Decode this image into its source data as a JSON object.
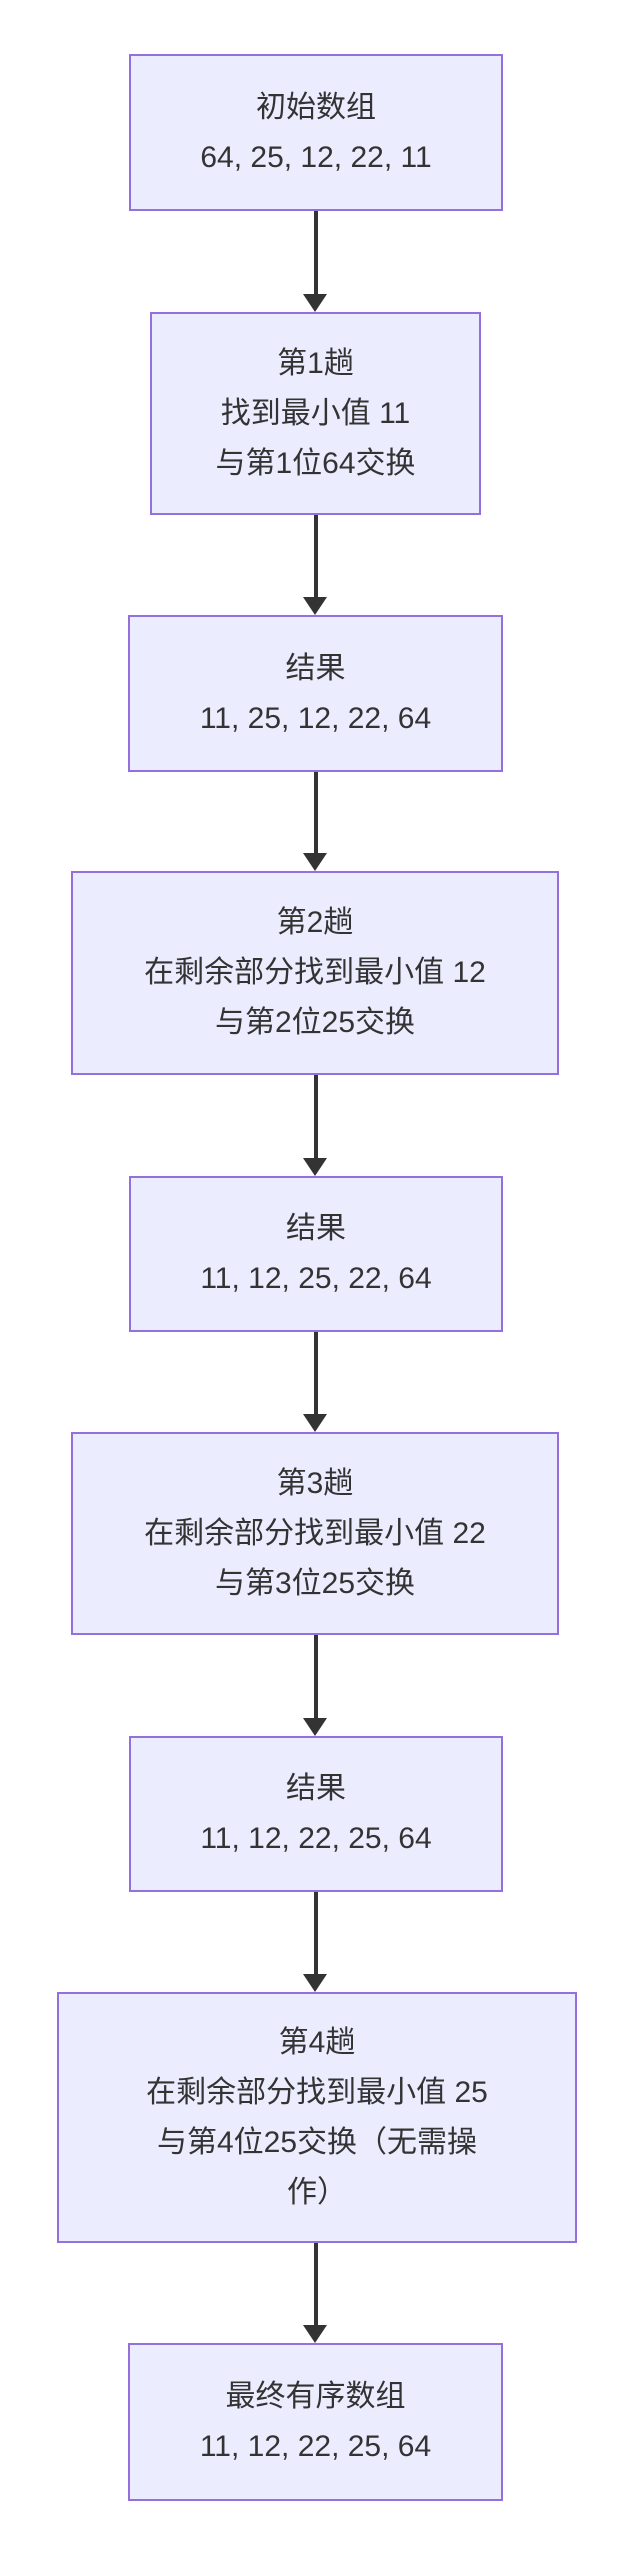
{
  "diagram": {
    "type": "flowchart",
    "direction": "top-to-bottom",
    "subject": "selection-sort-passes",
    "colors": {
      "background": "#ffffff",
      "node_fill": "#ececff",
      "node_border": "#9370db",
      "text": "#333333",
      "arrow": "#333333"
    },
    "nodes": [
      {
        "id": "initial-array",
        "lines": [
          "初始数组",
          "64, 25, 12, 22, 11"
        ]
      },
      {
        "id": "pass-1",
        "lines": [
          "第1趟",
          "找到最小值 11",
          "与第1位64交换"
        ]
      },
      {
        "id": "result-1",
        "lines": [
          "结果",
          "11, 25, 12, 22, 64"
        ]
      },
      {
        "id": "pass-2",
        "lines": [
          "第2趟",
          "在剩余部分找到最小值 12",
          "与第2位25交换"
        ]
      },
      {
        "id": "result-2",
        "lines": [
          "结果",
          "11, 12, 25, 22, 64"
        ]
      },
      {
        "id": "pass-3",
        "lines": [
          "第3趟",
          "在剩余部分找到最小值 22",
          "与第3位25交换"
        ]
      },
      {
        "id": "result-3",
        "lines": [
          "结果",
          "11, 12, 22, 25, 64"
        ]
      },
      {
        "id": "pass-4",
        "lines": [
          "第4趟",
          "在剩余部分找到最小值 25",
          "与第4位25交换（无需操",
          "作）"
        ]
      },
      {
        "id": "final-sorted-array",
        "lines": [
          "最终有序数组",
          "11, 12, 22, 25, 64"
        ]
      }
    ],
    "edges": [
      {
        "from": "initial-array",
        "to": "pass-1"
      },
      {
        "from": "pass-1",
        "to": "result-1"
      },
      {
        "from": "result-1",
        "to": "pass-2"
      },
      {
        "from": "pass-2",
        "to": "result-2"
      },
      {
        "from": "result-2",
        "to": "pass-3"
      },
      {
        "from": "pass-3",
        "to": "result-3"
      },
      {
        "from": "result-3",
        "to": "pass-4"
      },
      {
        "from": "pass-4",
        "to": "final-sorted-array"
      }
    ]
  }
}
